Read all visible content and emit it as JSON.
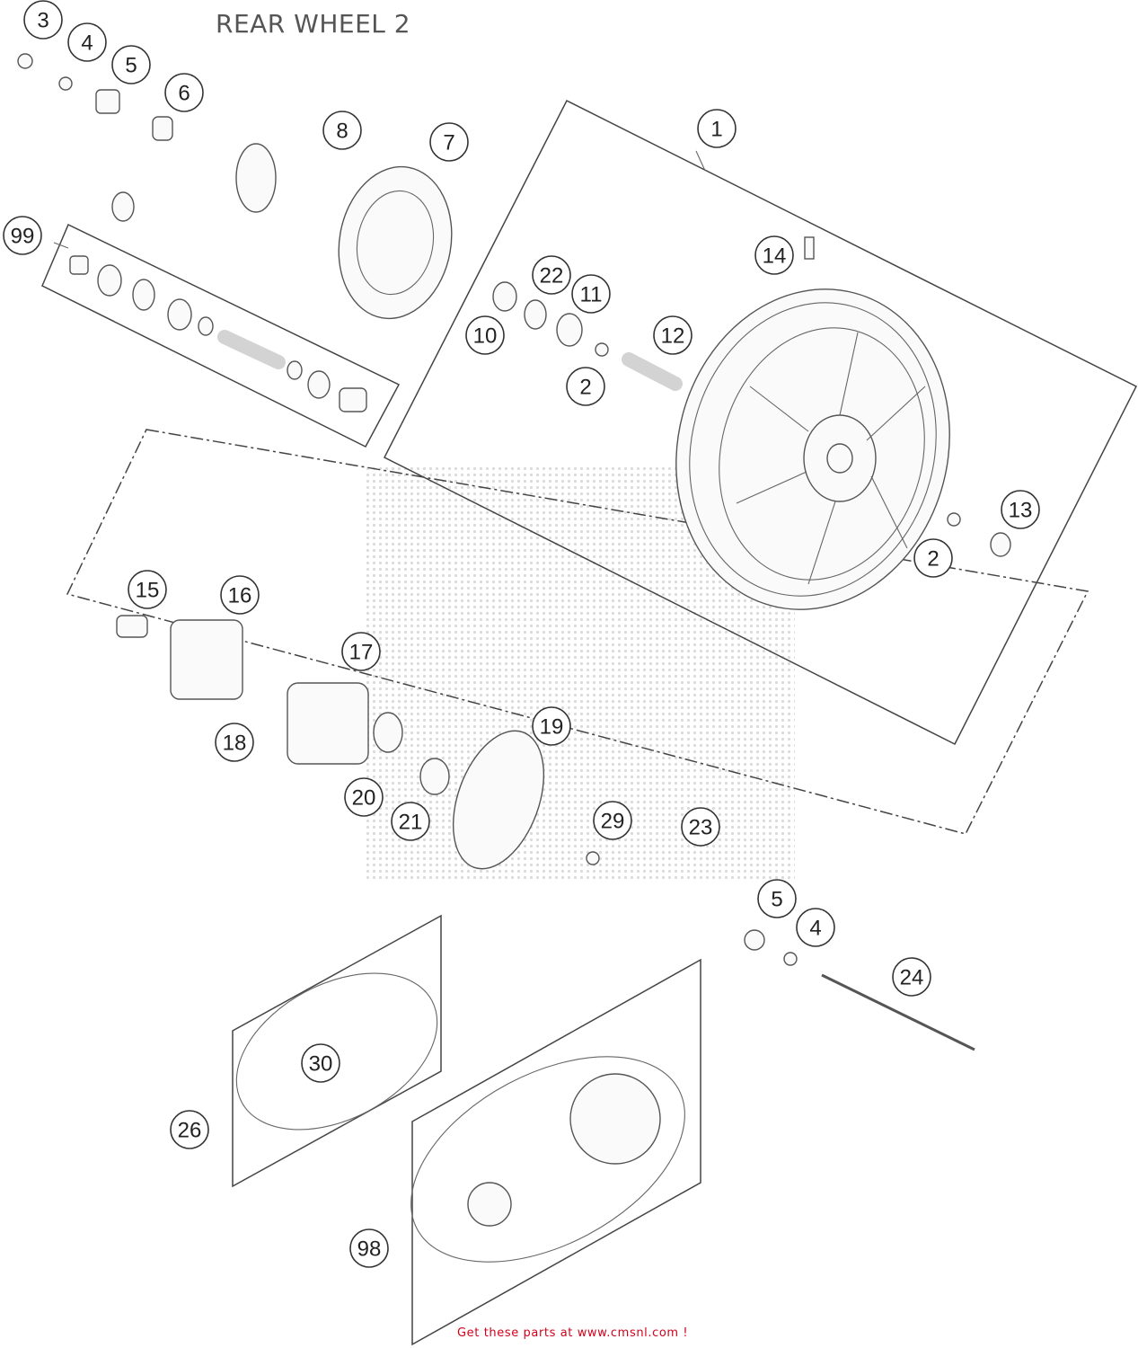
{
  "title": "REAR WHEEL 2",
  "footer_link": "Get these parts at www.cmsnl.com  !",
  "colors": {
    "footer": "#d0021b",
    "title": "#555555",
    "lines": "#444444"
  },
  "callouts": [
    "3",
    "4",
    "5",
    "6",
    "8",
    "7",
    "1",
    "99",
    "14",
    "22",
    "11",
    "10",
    "12",
    "2",
    "13",
    "2",
    "15",
    "16",
    "17",
    "18",
    "19",
    "20",
    "21",
    "29",
    "23",
    "5",
    "4",
    "24",
    "30",
    "26",
    "98"
  ]
}
